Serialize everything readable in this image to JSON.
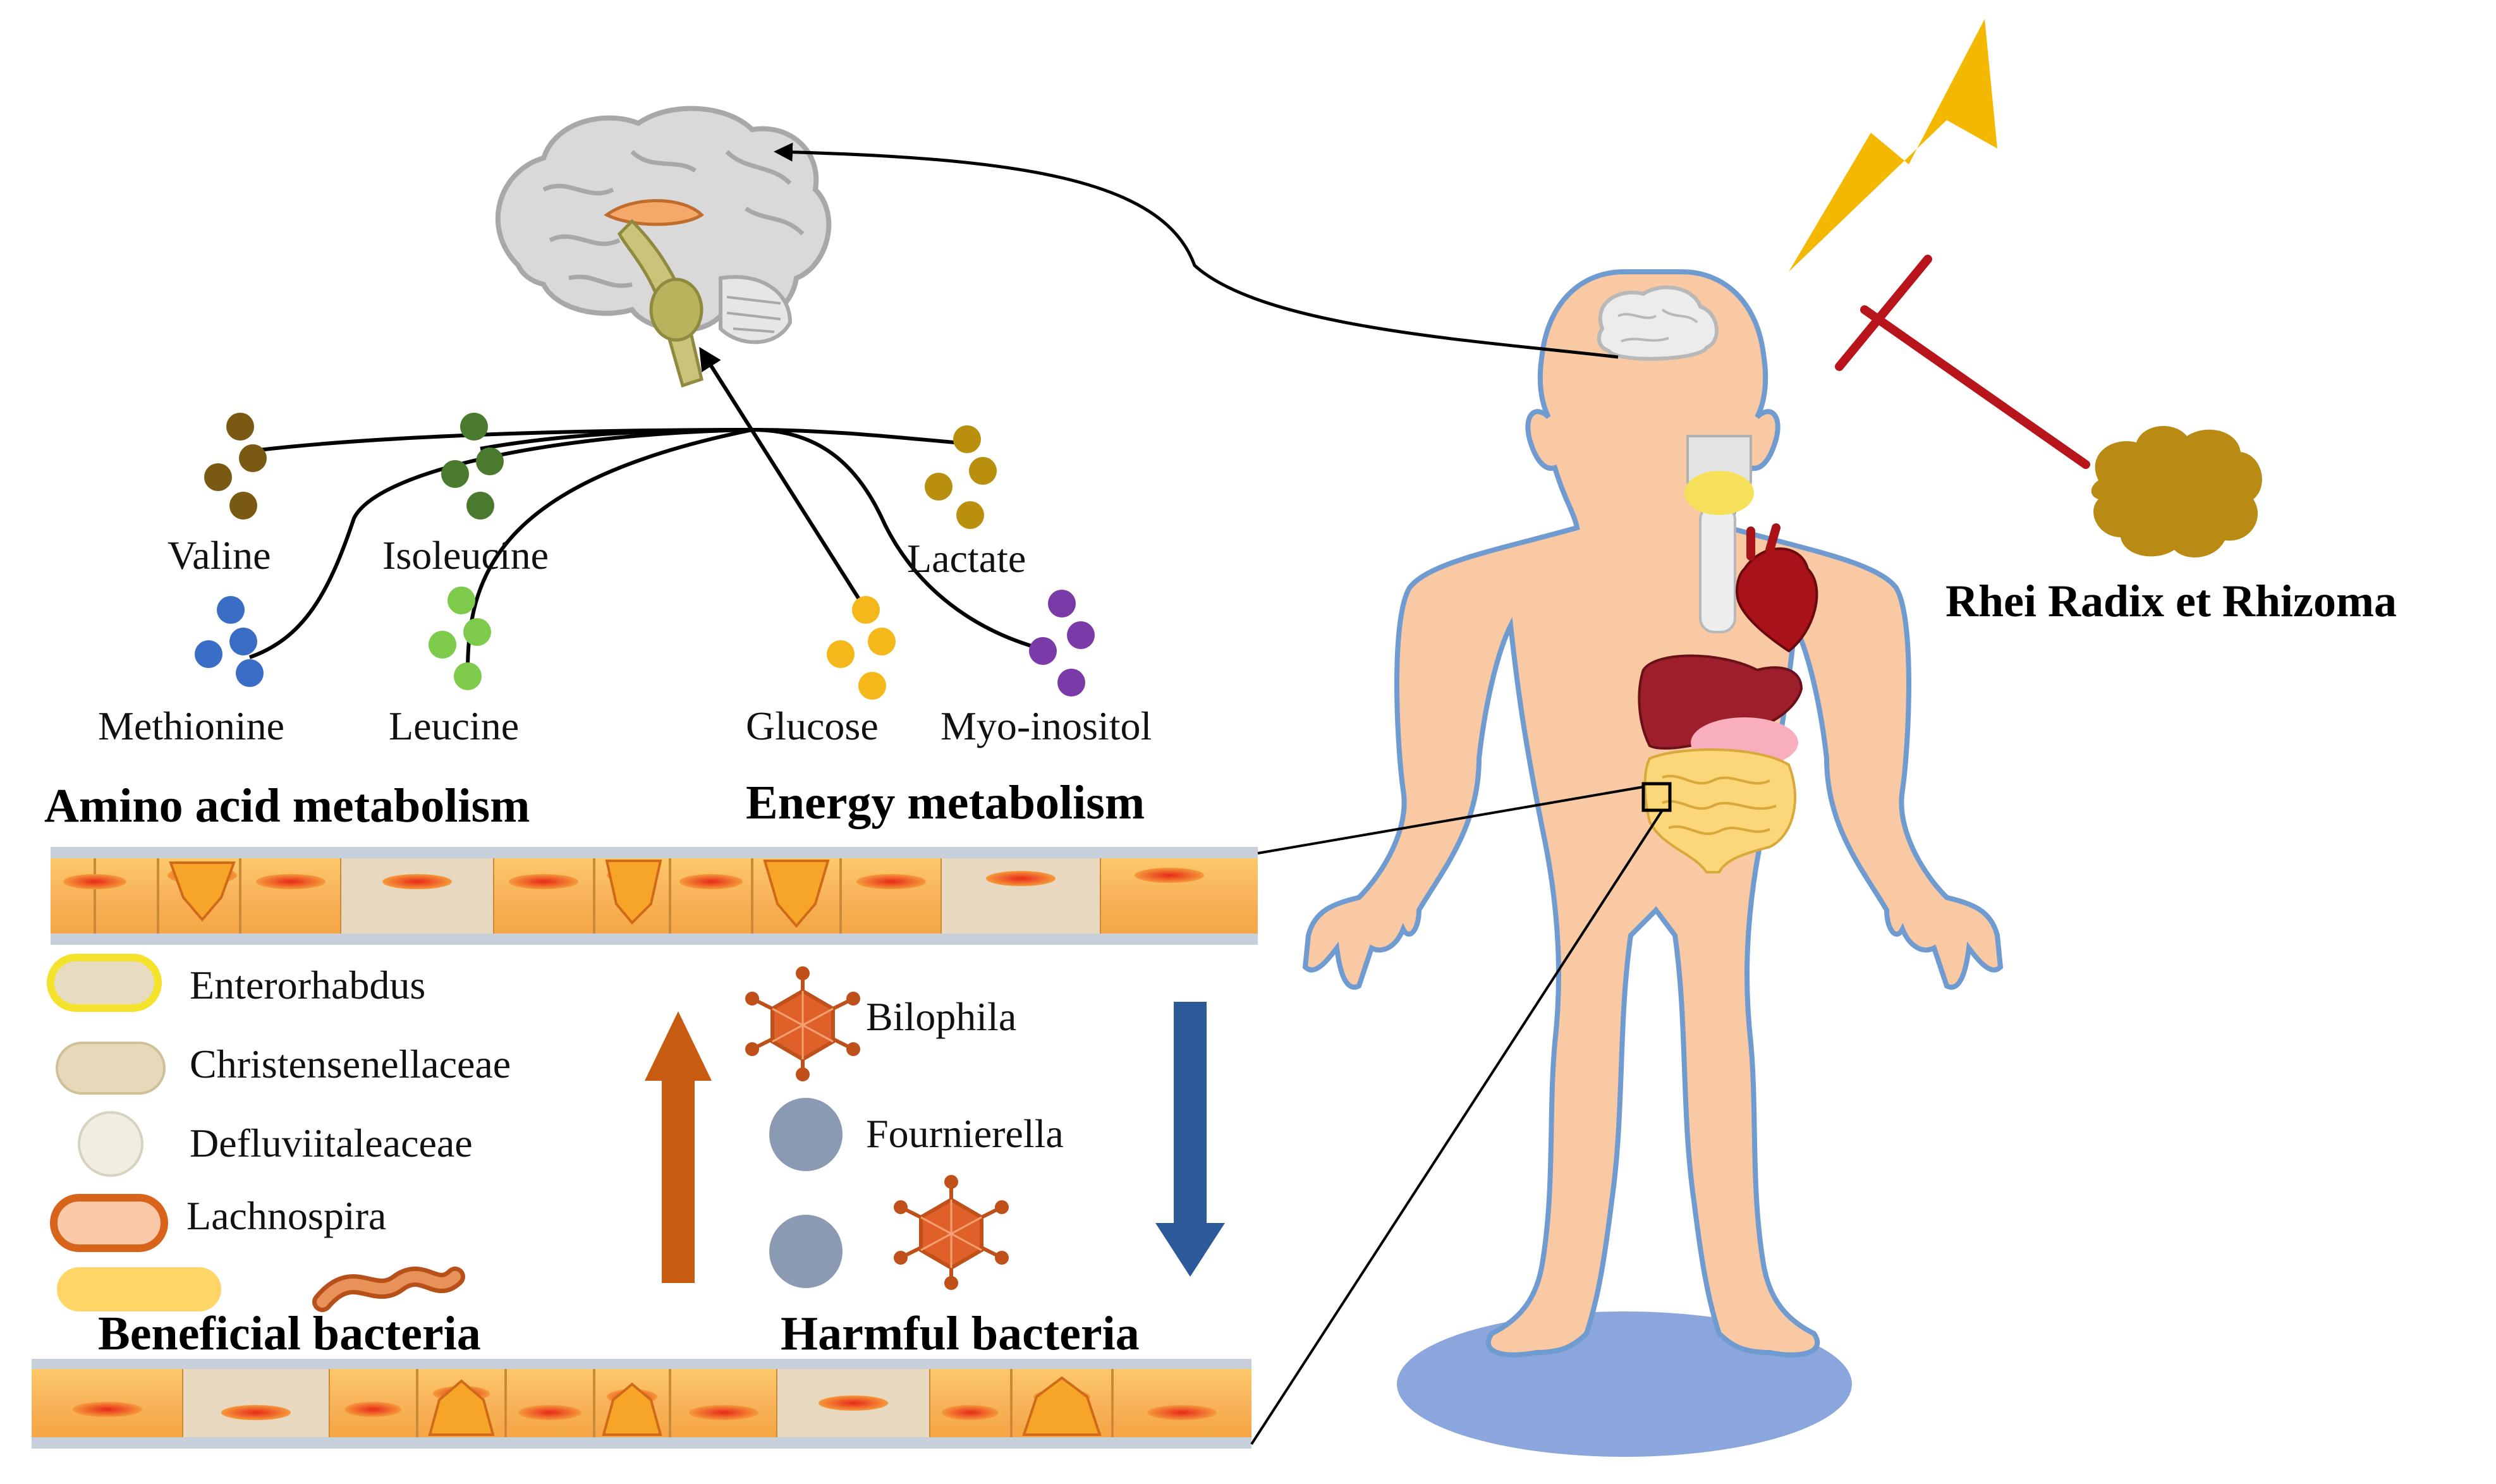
{
  "metabolites": {
    "valine": "Valine",
    "isoleucine": "Isoleucine",
    "lactate": "Lactate",
    "methionine": "Methionine",
    "leucine": "Leucine",
    "glucose": "Glucose",
    "myo_inositol": "Myo-inositol"
  },
  "headings": {
    "amino_acid": "Amino acid metabolism",
    "energy": "Energy metabolism",
    "beneficial": "Beneficial bacteria",
    "harmful": "Harmful bacteria"
  },
  "bacteria": {
    "enterorhabdus": "Enterorhabdus",
    "christensenellaceae": "Christensenellaceae",
    "defluviitaleaceae": "Defluviitaleaceae",
    "lachnospira": "Lachnospira",
    "bilophila": "Bilophila",
    "fournierella": "Fournierella"
  },
  "herb": "Rhei Radix et Rhizoma",
  "colors": {
    "valine": "#7a5a12",
    "isoleucine": "#4a7a2e",
    "lactate": "#b8900e",
    "methionine": "#3a6ec6",
    "leucine": "#7ecb4c",
    "glucose": "#f4b81a",
    "myo_inositol": "#7a3aa8",
    "body": "#f8c9a2",
    "body_outline": "#6f9bd1",
    "shadow": "#8aa6dc",
    "up_arrow": "#c85b12",
    "down_arrow": "#2d5a9a",
    "inhibit": "#b8141c",
    "lightning": "#f5b800",
    "herb": "#b98a14"
  }
}
